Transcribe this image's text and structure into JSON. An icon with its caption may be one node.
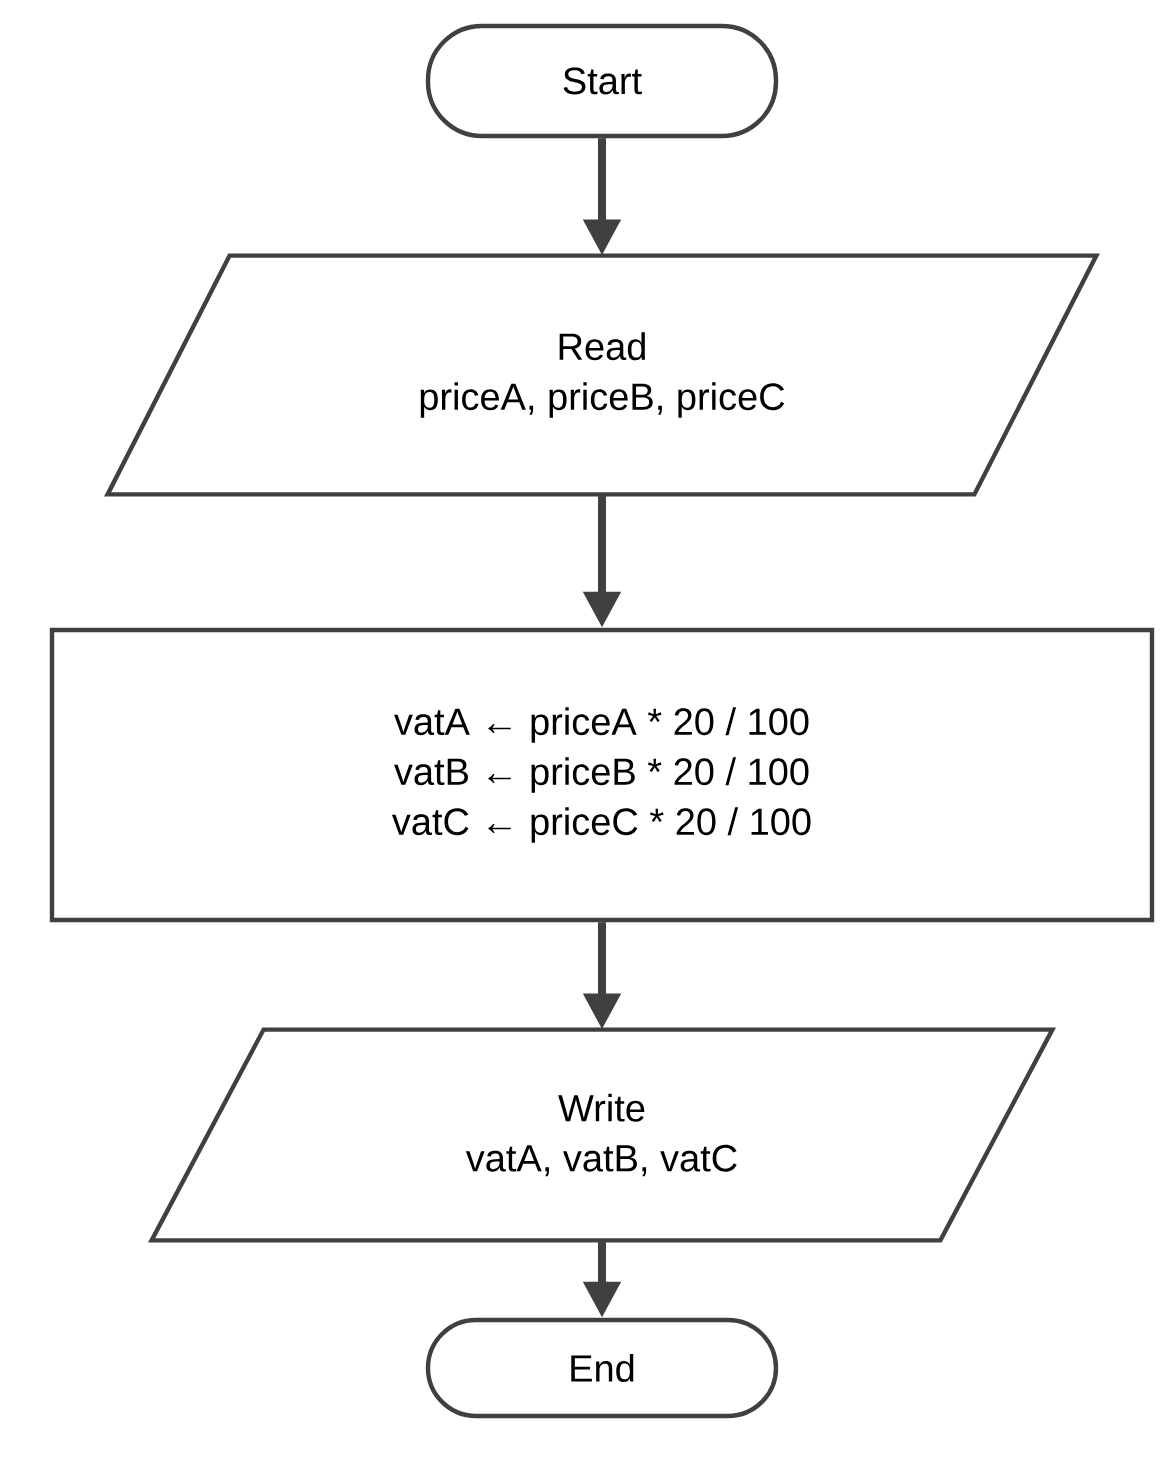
{
  "diagram": {
    "nodes": [
      {
        "text": [
          "Start"
        ]
      },
      {
        "text": [
          "Read",
          "priceA, priceB, priceC"
        ]
      },
      {
        "text": [
          "vatA ← priceA * 20 / 100",
          "vatB ← priceB * 20 / 100",
          "vatC ← priceC * 20 / 100"
        ]
      },
      {
        "text": [
          "Write",
          "vatA, vatB, vatC"
        ]
      },
      {
        "text": [
          "End"
        ]
      }
    ],
    "edges": [
      {
        "from": 0,
        "to": 1,
        "arrow": "to"
      },
      {
        "from": 1,
        "to": 2,
        "arrow": "to"
      },
      {
        "from": 2,
        "to": 3,
        "arrow": "to"
      },
      {
        "from": 3,
        "to": 4,
        "arrow": "to"
      }
    ]
  }
}
